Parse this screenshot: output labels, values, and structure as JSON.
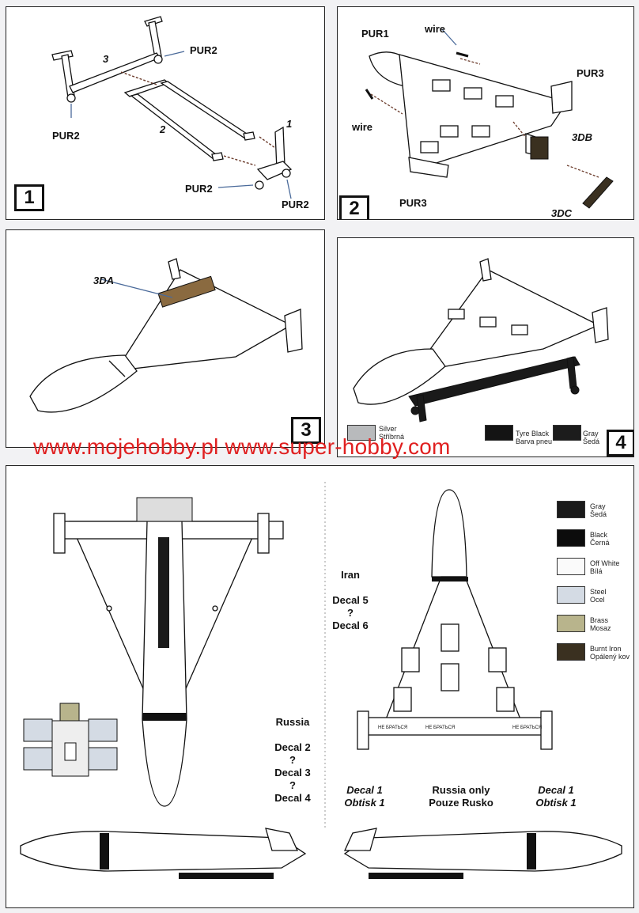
{
  "steps": [
    "1",
    "2",
    "3",
    "4"
  ],
  "step1": {
    "labels": {
      "pur2_top": "PUR2",
      "pur2_left": "PUR2",
      "pur2_bottom_left": "PUR2",
      "pur2_bottom_right": "PUR2",
      "p1": "1",
      "p2": "2",
      "p3": "3"
    }
  },
  "step2": {
    "labels": {
      "pur1": "PUR1",
      "wire_top": "wire",
      "wire_left": "wire",
      "pur3_right": "PUR3",
      "pur3_bottom": "PUR3",
      "p3db": "3DB",
      "p3dc": "3DC"
    }
  },
  "step3": {
    "labels": {
      "p3da": "3DA"
    }
  },
  "step4_colors": [
    {
      "name": "Silver",
      "name_cz": "Stříbrná",
      "hex": "#b8babc"
    },
    {
      "name": "Tyre Black",
      "name_cz": "Barva pneu",
      "hex": "#141414"
    },
    {
      "name": "Gray",
      "name_cz": "Šedá",
      "hex": "#1c1c1c"
    }
  ],
  "watermark": "www.mojehobby.pl www.super-hobby.com",
  "legend": [
    {
      "name": "Gray",
      "name_cz": "Šedá",
      "hex": "#1a1a1a"
    },
    {
      "name": "Black",
      "name_cz": "Černá",
      "hex": "#0c0c0c"
    },
    {
      "name": "Off White",
      "name_cz": "Bílá",
      "hex": "#fafafa"
    },
    {
      "name": "Steel",
      "name_cz": "Ocel",
      "hex": "#d4dbe4"
    },
    {
      "name": "Brass",
      "name_cz": "Mosaz",
      "hex": "#b8b48c"
    },
    {
      "name": "Burnt Iron",
      "name_cz": "Opálený kov",
      "hex": "#3a3020"
    }
  ],
  "russia": {
    "title": "Russia",
    "decals": [
      "Decal 2",
      "?",
      "Decal 3",
      "?",
      "Decal 4"
    ]
  },
  "iran": {
    "title": "Iran",
    "decals": [
      "Decal 5",
      "?",
      "Decal 6"
    ]
  },
  "decal1_left": {
    "line1": "Decal 1",
    "line2": "Obtisk 1"
  },
  "decal1_right": {
    "line1": "Decal 1",
    "line2": "Obtisk 1"
  },
  "russia_only": {
    "line1": "Russia only",
    "line2": "Pouze Rusko"
  },
  "wing_text": "НЕ БРАТЬСЯ"
}
